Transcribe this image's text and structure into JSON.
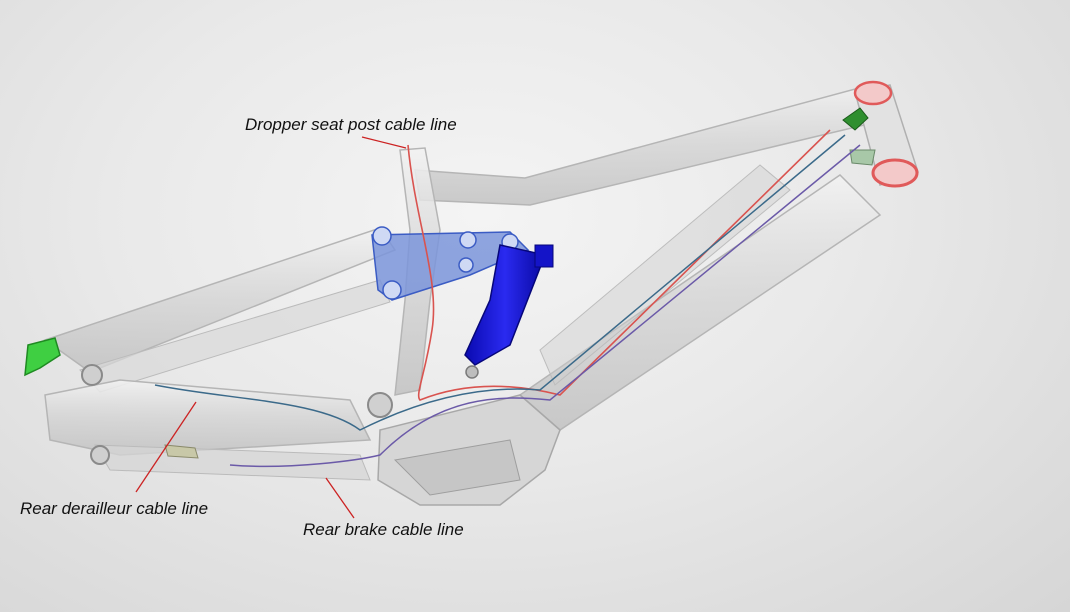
{
  "labels": {
    "dropper": "Dropper seat post cable line",
    "derailleur": "Rear derailleur cable line",
    "brake": "Rear brake cable line"
  },
  "colors": {
    "background": "#e6e6e6",
    "frame_fill": "#dcdcdc",
    "frame_edge": "#b5b5b5",
    "shock": "#1a1ad6",
    "link": "#6f8fd9",
    "headtube_ring": "#e05a5a",
    "derailleur_hanger": "#39c13c",
    "dropper_cable": "#d9534f",
    "derailleur_cable": "#3b6a8a",
    "brake_cable": "#6b5aa8",
    "leader_line": "#cc2222"
  }
}
